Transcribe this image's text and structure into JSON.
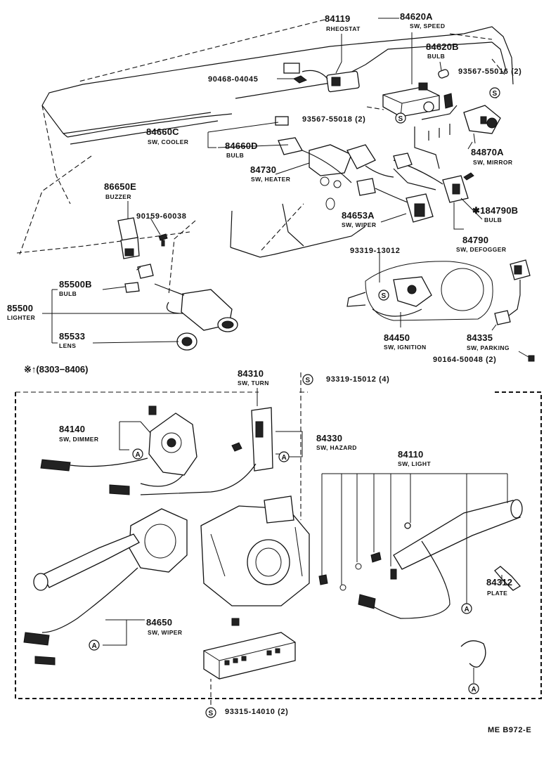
{
  "parts": {
    "p84119": {
      "number": "84119",
      "name": "RHEOSTAT"
    },
    "p84620A": {
      "number": "84620A",
      "name": "SW, SPEED"
    },
    "p84620B": {
      "number": "84620B",
      "name": "BULB"
    },
    "p84660C": {
      "number": "84660C",
      "name": "SW, COOLER"
    },
    "p84660D": {
      "number": "84660D",
      "name": "BULB"
    },
    "p84730": {
      "number": "84730",
      "name": "SW, HEATER"
    },
    "p84870A": {
      "number": "84870A",
      "name": "SW, MIRROR"
    },
    "p86650E": {
      "number": "86650E",
      "name": "BUZZER"
    },
    "p84653A": {
      "number": "84653A",
      "name": "SW, WIPER"
    },
    "p84790B": {
      "number": "✱184790B",
      "name": "BULB"
    },
    "p84790": {
      "number": "84790",
      "name": "SW, DEFOGGER"
    },
    "p85500B": {
      "number": "85500B",
      "name": "BULB"
    },
    "p85500": {
      "number": "85500",
      "name": "LIGHTER"
    },
    "p85533": {
      "number": "85533",
      "name": "LENS"
    },
    "p84450": {
      "number": "84450",
      "name": "SW, IGNITION"
    },
    "p84335": {
      "number": "84335",
      "name": "SW, PARKING"
    },
    "p84310": {
      "number": "84310",
      "name": "SW, TURN"
    },
    "p84140": {
      "number": "84140",
      "name": "SW, DIMMER"
    },
    "p84330": {
      "number": "84330",
      "name": "SW, HAZARD"
    },
    "p84110": {
      "number": "84110",
      "name": "SW, LIGHT"
    },
    "p84312": {
      "number": "84312",
      "name": "PLATE"
    },
    "p84650": {
      "number": "84650",
      "name": "SW, WIPER"
    }
  },
  "fasteners": {
    "f90468": "90468-04045",
    "f93567a": "93567-55016 (2)",
    "f93567b": "93567-55018 (2)",
    "f90159": "90159-60038",
    "f93319a": "93319-13012",
    "f90164": "90164-50048 (2)",
    "f93319b": "93319-15012 (4)",
    "f93315": "93315-14010 (2)"
  },
  "symbols": {
    "screw": "S",
    "ref_a": "A"
  },
  "notes": {
    "production_range": "※↑(8303−8406)",
    "diagram_code": "ME B972-E"
  }
}
